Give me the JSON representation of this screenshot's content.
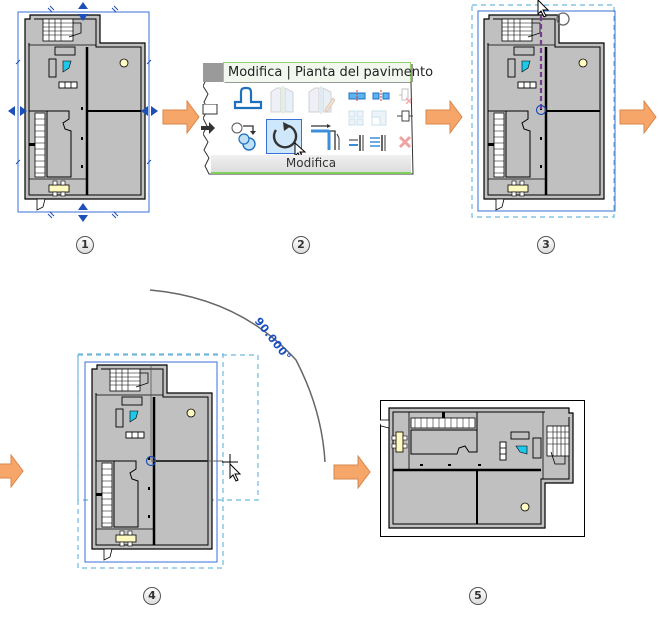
{
  "ribbon": {
    "tab_title": "Modifica | Pianta del pavimento",
    "panel_label": "Modifica",
    "tools": [
      {
        "name": "align",
        "icon": "align-icon",
        "state": "enabled"
      },
      {
        "name": "mirror-pick-axis",
        "icon": "mirror-pick-axis-icon",
        "state": "disabled"
      },
      {
        "name": "mirror-draw-axis",
        "icon": "mirror-draw-axis-icon",
        "state": "disabled"
      },
      {
        "name": "split-element",
        "icon": "split-element-icon",
        "state": "enabled"
      },
      {
        "name": "split-with-gap",
        "icon": "split-gap-icon",
        "state": "enabled"
      },
      {
        "name": "pin",
        "icon": "pin-icon",
        "state": "disabled"
      },
      {
        "name": "move",
        "icon": "move-icon",
        "state": "enabled"
      },
      {
        "name": "rotate",
        "icon": "rotate-icon",
        "state": "active"
      },
      {
        "name": "trim-extend-corner",
        "icon": "trim-corner-icon",
        "state": "enabled"
      },
      {
        "name": "array",
        "icon": "array-icon",
        "state": "disabled"
      },
      {
        "name": "scale",
        "icon": "scale-icon",
        "state": "disabled"
      },
      {
        "name": "unpin",
        "icon": "unpin-icon",
        "state": "enabled"
      },
      {
        "name": "trim-extend-single",
        "icon": "trim-single-icon",
        "state": "enabled"
      },
      {
        "name": "trim-extend-multiple",
        "icon": "trim-multiple-icon",
        "state": "enabled"
      },
      {
        "name": "delete",
        "icon": "delete-icon",
        "state": "disabled"
      }
    ]
  },
  "steps": [
    {
      "number": "1",
      "description": "floor plan selected"
    },
    {
      "number": "2",
      "description": "rotate tool chosen"
    },
    {
      "number": "3",
      "description": "rotation center placed"
    },
    {
      "number": "4",
      "description": "rotation angle dragged"
    },
    {
      "number": "5",
      "description": "floor plan rotated"
    }
  ],
  "rotation": {
    "angle_label": "90.000°",
    "angle_degrees": 90
  },
  "colors": {
    "arrow_fill": "#f7a66a",
    "arrow_stroke": "#d9864a",
    "selection_blue": "#3a6fd8",
    "control_blue": "#1d4fb8",
    "dashed_boundary": "#6fb9dc",
    "floor_gray": "#c0c0c0",
    "ribbon_green": "#7ed05a",
    "stair_cyan": "#1ec8e8",
    "table_yellow": "#fffac0"
  }
}
